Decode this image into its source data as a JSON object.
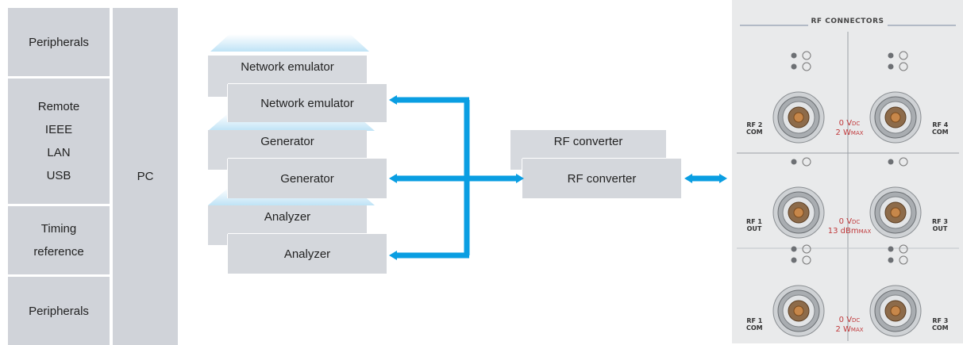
{
  "left_column": {
    "peripherals_top": "Peripherals",
    "remote": [
      "Remote",
      "IEEE",
      "LAN",
      "USB"
    ],
    "timing": [
      "Timing",
      "reference"
    ],
    "peripherals_bottom": "Peripherals",
    "pc": "PC"
  },
  "instruments": {
    "network_emulator_back": "Network emulator",
    "network_emulator_front": "Network emulator",
    "generator_back": "Generator",
    "generator_front": "Generator",
    "analyzer_back": "Analyzer",
    "analyzer_front": "Analyzer"
  },
  "rf_converter": {
    "back": "RF converter",
    "front": "RF converter"
  },
  "panel": {
    "title": "RF CONNECTORS",
    "ports": [
      {
        "l1": "RF 2",
        "l2": "COM"
      },
      {
        "l1": "RF 4",
        "l2": "COM"
      },
      {
        "l1": "RF 1",
        "l2": "OUT"
      },
      {
        "l1": "RF 3",
        "l2": "OUT"
      },
      {
        "l1": "RF 1",
        "l2": "COM"
      },
      {
        "l1": "RF 3",
        "l2": "COM"
      }
    ],
    "ratings": [
      {
        "v": "0 V",
        "v_sub": "DC",
        "p": "2 W",
        "p_sub": "MAX"
      },
      {
        "v": "0 V",
        "v_sub": "DC",
        "p": "13 dBm",
        "p_sub": "MAX"
      },
      {
        "v": "0 V",
        "v_sub": "DC",
        "p": "2 W",
        "p_sub": "MAX"
      }
    ]
  },
  "colors": {
    "box_gray": "#d3d6dc",
    "connector_blue": "#0a9ee2",
    "rating_red": "#c0393b"
  }
}
